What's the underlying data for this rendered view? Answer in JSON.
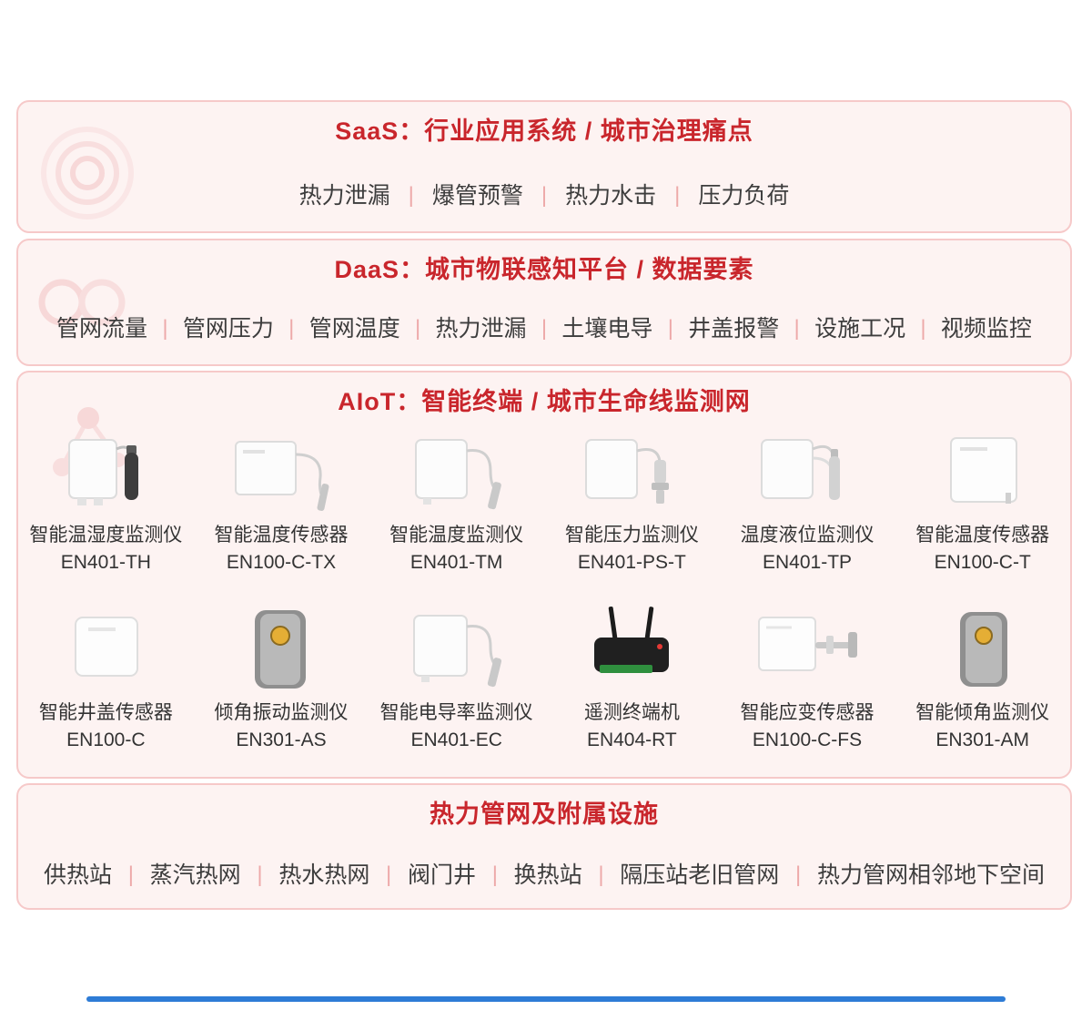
{
  "ui": {
    "separator": "|"
  },
  "sections": {
    "saas": {
      "title": "SaaS：行业应用系统 / 城市治理痛点",
      "items": [
        "热力泄漏",
        "爆管预警",
        "热力水击",
        "压力负荷"
      ]
    },
    "daas": {
      "title": "DaaS：城市物联感知平台 / 数据要素",
      "items": [
        "管网流量",
        "管网压力",
        "管网温度",
        "热力泄漏",
        "土壤电导",
        "井盖报警",
        "设施工况",
        "视频监控"
      ]
    },
    "aiot": {
      "title": "AIoT：智能终端 / 城市生命线监测网",
      "products": [
        {
          "name": "智能温湿度监测仪",
          "model": "EN401-TH"
        },
        {
          "name": "智能温度传感器",
          "model": "EN100-C-TX"
        },
        {
          "name": "智能温度监测仪",
          "model": "EN401-TM"
        },
        {
          "name": "智能压力监测仪",
          "model": "EN401-PS-T"
        },
        {
          "name": "温度液位监测仪",
          "model": "EN401-TP"
        },
        {
          "name": "智能温度传感器",
          "model": "EN100-C-T"
        },
        {
          "name": "智能井盖传感器",
          "model": "EN100-C"
        },
        {
          "name": "倾角振动监测仪",
          "model": "EN301-AS"
        },
        {
          "name": "智能电导率监测仪",
          "model": "EN401-EC"
        },
        {
          "name": "遥测终端机",
          "model": "EN404-RT"
        },
        {
          "name": "智能应变传感器",
          "model": "EN100-C-FS"
        },
        {
          "name": "智能倾角监测仪",
          "model": "EN301-AM"
        }
      ]
    },
    "infra": {
      "title": "热力管网及附属设施",
      "items": [
        "供热站",
        "蒸汽热网",
        "热水热网",
        "阀门井",
        "换热站",
        "隔压站老旧管网",
        "热力管网相邻地下空间"
      ]
    }
  },
  "colors": {
    "accent_red": "#c9262c",
    "band_border": "#f6c9c9",
    "band_bg": "#fdf3f2",
    "separator": "#eda9a9",
    "bottom_line_blue": "#2e7cd6"
  }
}
